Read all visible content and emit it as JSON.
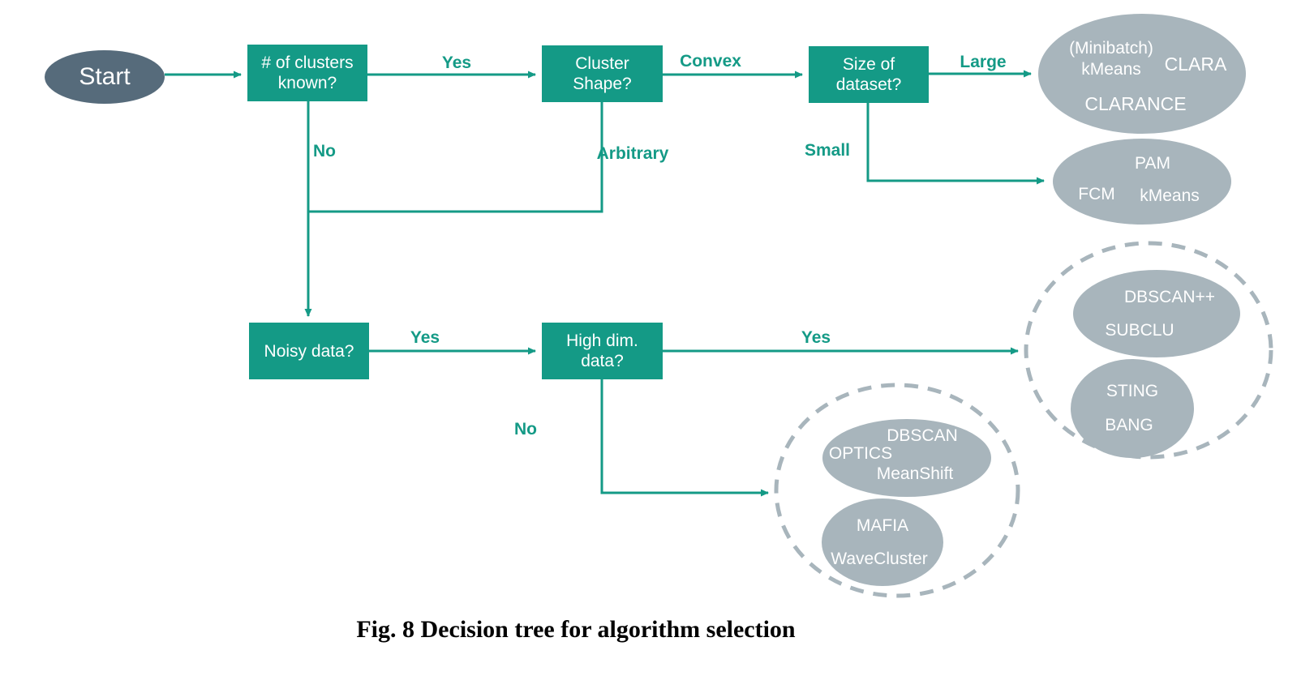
{
  "diagram": {
    "start": {
      "label": "Start"
    },
    "decisions": {
      "clusters_known": {
        "label": "# of clusters\nknown?"
      },
      "cluster_shape": {
        "label": "Cluster\nShape?"
      },
      "dataset_size": {
        "label": "Size of\ndataset?"
      },
      "noisy_data": {
        "label": "Noisy data?"
      },
      "high_dim": {
        "label": "High dim.\ndata?"
      }
    },
    "edge_labels": {
      "yes1": "Yes",
      "convex": "Convex",
      "large": "Large",
      "no1": "No",
      "arbitrary": "Arbitrary",
      "small": "Small",
      "yes2": "Yes",
      "yes3": "Yes",
      "no2": "No"
    },
    "algorithms": {
      "minibatch": "(Minibatch)",
      "kmeans1": "kMeans",
      "clara": "CLARA",
      "clarance": "CLARANCE",
      "pam": "PAM",
      "fcm": "FCM",
      "kmeans2": "kMeans",
      "dbscanpp": "DBSCAN++",
      "subclu": "SUBCLU",
      "sting": "STING",
      "bang": "BANG",
      "dbscan": "DBSCAN",
      "optics": "OPTICS",
      "meanshift": "MeanShift",
      "mafia": "MAFIA",
      "wavecluster": "WaveCluster"
    },
    "colors": {
      "node_teal": "#149a86",
      "start_slate": "#566b7b",
      "result_gray": "#a8b5bc",
      "text_white": "#ffffff",
      "caption_black": "#000000"
    }
  },
  "caption": "Fig. 8 Decision tree for algorithm selection"
}
